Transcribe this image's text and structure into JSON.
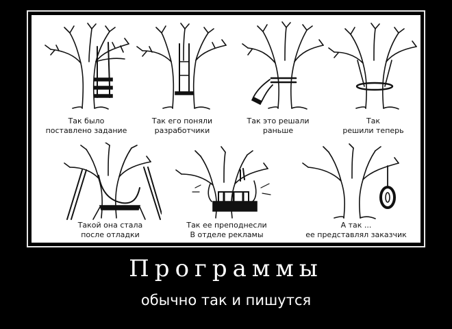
{
  "panels": [
    {
      "caption_line1": "Так было",
      "caption_line2": "поставлено задание"
    },
    {
      "caption_line1": "Так его поняли",
      "caption_line2": "разработчики"
    },
    {
      "caption_line1": "Так это решали",
      "caption_line2": "раньше"
    },
    {
      "caption_line1": "Так",
      "caption_line2": "решили теперь"
    },
    {
      "caption_line1": "Такой она стала",
      "caption_line2": "после отладки"
    },
    {
      "caption_line1": "Так ее преподнесли",
      "caption_line2": "В отделе рекламы"
    },
    {
      "caption_line1": "А так ...",
      "caption_line2": "ее представлял заказчик"
    }
  ],
  "title": "Программы",
  "subtitle": "обычно так и пишутся"
}
